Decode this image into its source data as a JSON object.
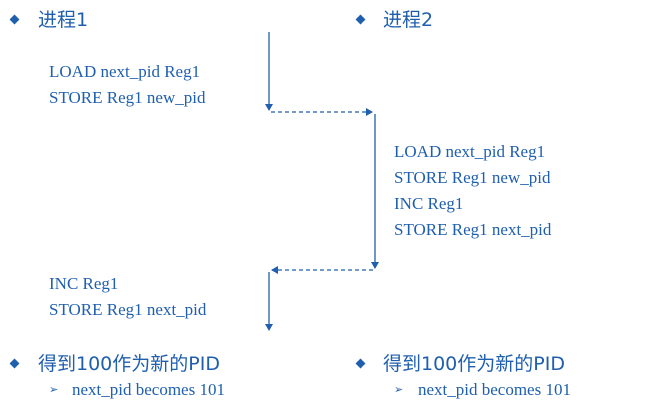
{
  "process1": {
    "title": "进程1",
    "block1": [
      "LOAD next_pid Reg1",
      "STORE Reg1 new_pid"
    ],
    "block2": [
      "INC Reg1",
      "STORE Reg1 next_pid"
    ]
  },
  "process2": {
    "title": "进程2",
    "block": [
      "LOAD next_pid Reg1",
      "STORE Reg1 new_pid",
      "INC Reg1",
      "STORE Reg1 next_pid"
    ]
  },
  "conclusion_left": {
    "title": "得到100作为新的PID",
    "detail": "next_pid becomes 101"
  },
  "conclusion_right": {
    "title": "得到100作为新的PID",
    "detail": "next_pid becomes 101"
  },
  "colors": {
    "text": "#1f5fae",
    "line": "#1f5fae"
  },
  "icons": {
    "bullet": "diamond-bullet-icon",
    "sub_bullet": "arrowhead-bullet-icon"
  }
}
